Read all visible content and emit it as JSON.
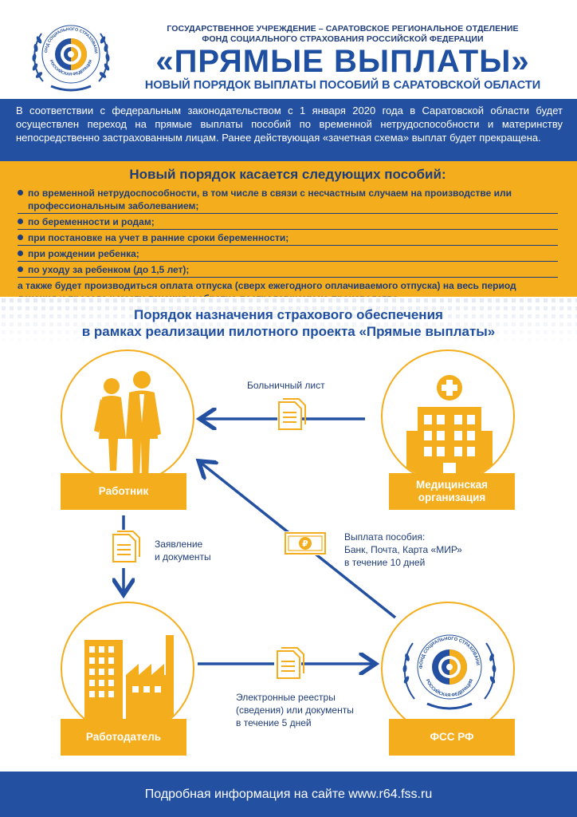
{
  "header": {
    "org_line1": "ГОСУДАРСТВЕННОЕ УЧРЕЖДЕНИЕ – САРАТОВСКОЕ РЕГИОНАЛЬНОЕ ОТДЕЛЕНИЕ",
    "org_line2": "ФОНД СОЦИАЛЬНОГО СТРАХОВАНИЯ РОССИЙСКОЙ ФЕДЕРАЦИИ",
    "title": "«ПРЯМЫЕ ВЫПЛАТЫ»",
    "subtitle": "НОВЫЙ ПОРЯДОК ВЫПЛАТЫ ПОСОБИЙ В САРАТОВСКОЙ ОБЛАСТИ",
    "logo_text_top": "ФОНД СОЦИАЛЬНОГО СТРАХОВАНИЯ",
    "logo_text_bottom": "РОССИЙСКАЯ ФЕДЕРАЦИЯ"
  },
  "intro": {
    "text": "В соответствии с федеральным законодательством с 1 января 2020 года в Саратовской области будет осуществлен переход на прямые выплаты пособий по временной нетрудоспособности и материнству непосредственно застрахованным лицам. Ранее действующая «зачетная схема» выплат будет прекращена."
  },
  "benefits": {
    "heading": "Новый порядок касается следующих пособий:",
    "items": [
      "по временной нетрудоспособности, в том числе в связи с несчастным случаем на производстве или профессиональным заболеванием;",
      "по беременности и родам;",
      "при постановке на учет в ранние сроки беременности;",
      "при рождении ребенка;",
      "по уходу за ребенком (до 1,5 лет);"
    ],
    "extra": "а также будет производиться оплата отпуска (сверх ежегодного оплачиваемого отпуска) на весь период лечения и проезда к месту лечения и обратно пострадавшему на производстве."
  },
  "diagram": {
    "title_line1": "Порядок назначения страхового обеспечения",
    "title_line2": "в рамках реализации пилотного проекта «Прямые выплаты»",
    "nodes": {
      "worker": "Работник",
      "medical_line1": "Медицинская",
      "medical_line2": "организация",
      "employer": "Работодатель",
      "fss": "ФСС РФ"
    },
    "edges": {
      "sick_leave": "Больничный лист",
      "application_line1": "Заявление",
      "application_line2": "и документы",
      "payment_line1": "Выплата пособия:",
      "payment_line2": "Банк, Почта, Карта «МИР»",
      "payment_line3": "в течение 10 дней",
      "registry_line1": "Электронные реестры",
      "registry_line2": "(сведения) или документы",
      "registry_line3": "в течение 5 дней"
    },
    "currency_symbol": "₽"
  },
  "footer": {
    "text": "Подробная информация на сайте www.r64.fss.ru"
  },
  "colors": {
    "blue": "#2350a0",
    "navy": "#1f3d7a",
    "orange": "#f4ad1c"
  },
  "icons": [
    "fss-logo-icon",
    "business-people-icon",
    "hospital-icon",
    "factory-icon",
    "document-icon",
    "banknote-icon",
    "arrow-icon"
  ]
}
